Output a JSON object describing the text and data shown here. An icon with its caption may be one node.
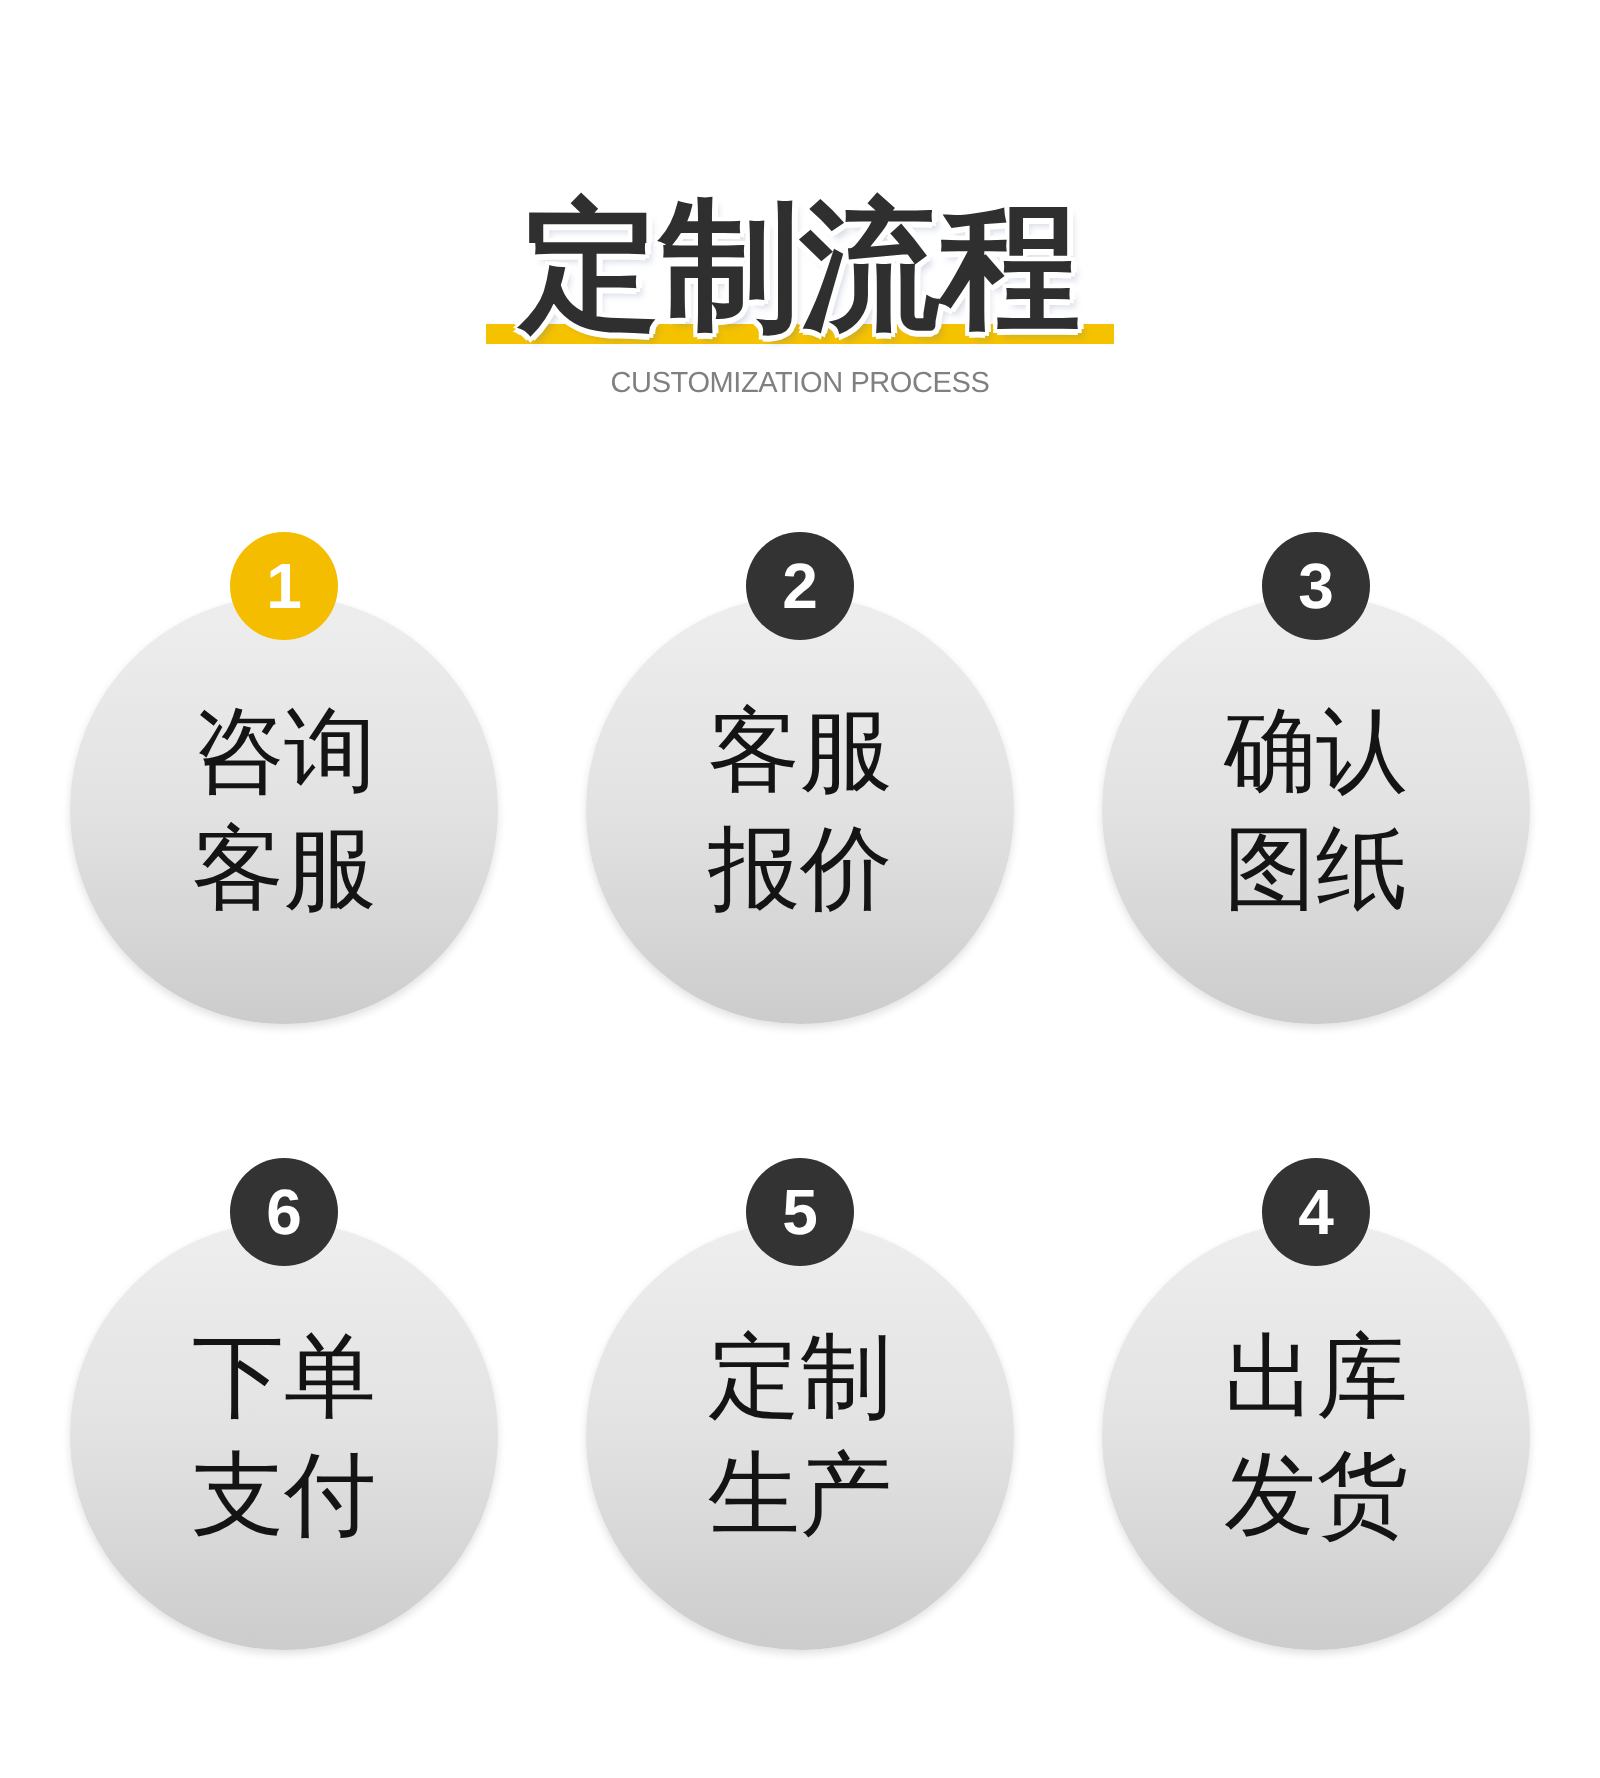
{
  "diagram": {
    "title": "定制流程",
    "nodes": [
      {
        "text": [
          "1"
        ]
      },
      {
        "text": [
          "咨询客服"
        ]
      },
      {
        "text": [
          "2"
        ]
      },
      {
        "text": [
          "客服报价"
        ]
      },
      {
        "text": [
          "3"
        ]
      },
      {
        "text": [
          "确认图纸"
        ]
      },
      {
        "text": [
          "6"
        ]
      },
      {
        "text": [
          "下单支付"
        ]
      },
      {
        "text": [
          "5"
        ]
      },
      {
        "text": [
          "定制生产"
        ]
      },
      {
        "text": [
          "4"
        ]
      },
      {
        "text": [
          "出库发货"
        ]
      }
    ],
    "labels": [
      "CUSTOMIZATION PROCESS"
    ]
  }
}
